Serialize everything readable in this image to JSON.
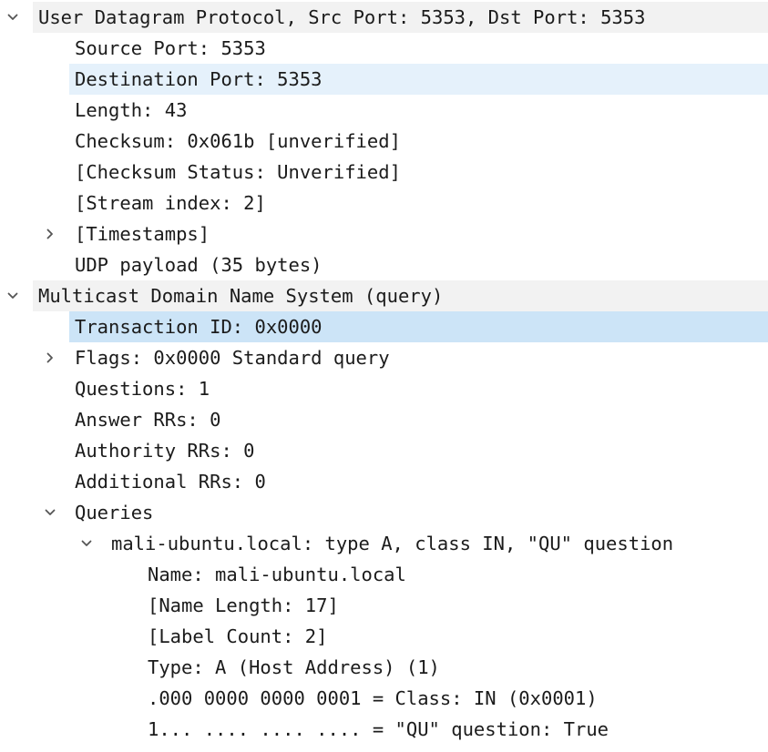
{
  "colors": {
    "group_header_bg": "#f2f2f2",
    "selected_bg": "#cce4f7",
    "hover_bg": "#e5f1fb",
    "text": "#1b1b1b",
    "arrow": "#555555"
  },
  "rows": [
    {
      "text": "User Datagram Protocol, Src Port: 5353, Dst Port: 5353",
      "level": 0,
      "toggle": "expanded",
      "highlight": "header"
    },
    {
      "text": "Source Port: 5353",
      "level": 1,
      "toggle": "none",
      "highlight": "none"
    },
    {
      "text": "Destination Port: 5353",
      "level": 1,
      "toggle": "none",
      "highlight": "hover"
    },
    {
      "text": "Length: 43",
      "level": 1,
      "toggle": "none",
      "highlight": "none"
    },
    {
      "text": "Checksum: 0x061b [unverified]",
      "level": 1,
      "toggle": "none",
      "highlight": "none"
    },
    {
      "text": "[Checksum Status: Unverified]",
      "level": 1,
      "toggle": "none",
      "highlight": "none"
    },
    {
      "text": "[Stream index: 2]",
      "level": 1,
      "toggle": "none",
      "highlight": "none"
    },
    {
      "text": "[Timestamps]",
      "level": 1,
      "toggle": "collapsed",
      "highlight": "none"
    },
    {
      "text": "UDP payload (35 bytes)",
      "level": 1,
      "toggle": "none",
      "highlight": "none"
    },
    {
      "text": "Multicast Domain Name System (query)",
      "level": 0,
      "toggle": "expanded",
      "highlight": "header"
    },
    {
      "text": "Transaction ID: 0x0000",
      "level": 1,
      "toggle": "none",
      "highlight": "selected"
    },
    {
      "text": "Flags: 0x0000 Standard query",
      "level": 1,
      "toggle": "collapsed",
      "highlight": "none"
    },
    {
      "text": "Questions: 1",
      "level": 1,
      "toggle": "none",
      "highlight": "none"
    },
    {
      "text": "Answer RRs: 0",
      "level": 1,
      "toggle": "none",
      "highlight": "none"
    },
    {
      "text": "Authority RRs: 0",
      "level": 1,
      "toggle": "none",
      "highlight": "none"
    },
    {
      "text": "Additional RRs: 0",
      "level": 1,
      "toggle": "none",
      "highlight": "none"
    },
    {
      "text": "Queries",
      "level": 1,
      "toggle": "expanded",
      "highlight": "none"
    },
    {
      "text": "mali-ubuntu.local: type A, class IN, \"QU\" question",
      "level": 2,
      "toggle": "expanded",
      "highlight": "none"
    },
    {
      "text": "Name: mali-ubuntu.local",
      "level": 3,
      "toggle": "none",
      "highlight": "none"
    },
    {
      "text": "[Name Length: 17]",
      "level": 3,
      "toggle": "none",
      "highlight": "none"
    },
    {
      "text": "[Label Count: 2]",
      "level": 3,
      "toggle": "none",
      "highlight": "none"
    },
    {
      "text": "Type: A (Host Address) (1)",
      "level": 3,
      "toggle": "none",
      "highlight": "none"
    },
    {
      "text": ".000 0000 0000 0001 = Class: IN (0x0001)",
      "level": 3,
      "toggle": "none",
      "highlight": "none"
    },
    {
      "text": "1... .... .... .... = \"QU\" question: True",
      "level": 3,
      "toggle": "none",
      "highlight": "none"
    }
  ]
}
